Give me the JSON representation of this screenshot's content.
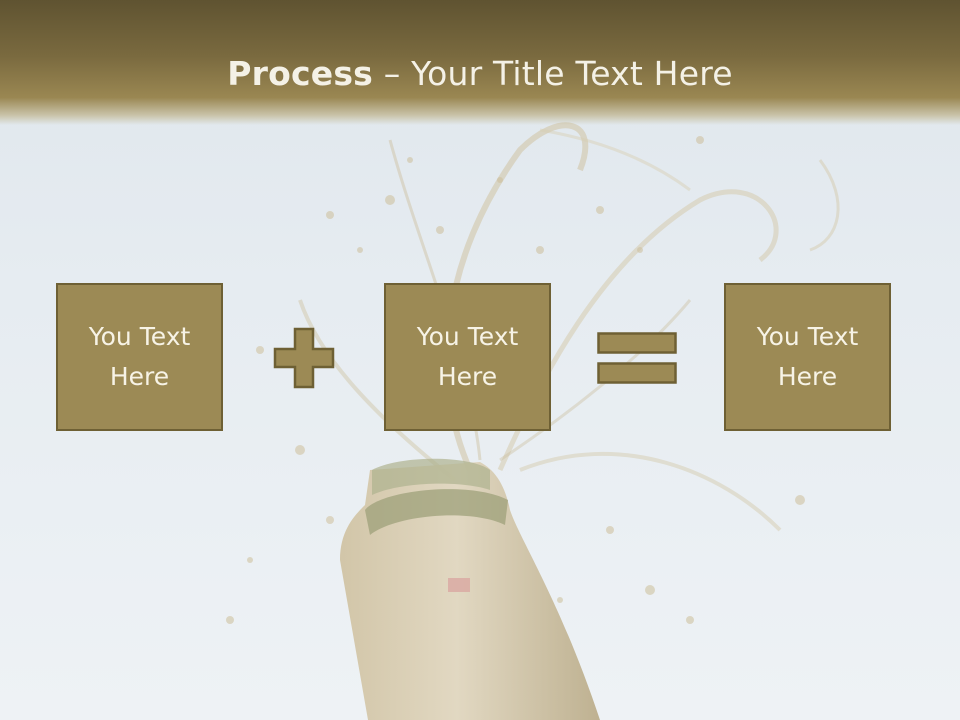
{
  "slide": {
    "title_bold": "Process",
    "title_rest": " – Your Title Text Here",
    "boxes": [
      {
        "text": "You Text\nHere"
      },
      {
        "text": "You Text\nHere"
      },
      {
        "text": "You Text\nHere"
      }
    ],
    "operators": [
      "plus",
      "equals"
    ],
    "background_image": "champagne-bottle-splash"
  },
  "colors": {
    "title_band": "#7a6a3f",
    "box_fill": "#9c8a55",
    "box_border": "#6e6034",
    "text_light": "#f4f1e6"
  }
}
